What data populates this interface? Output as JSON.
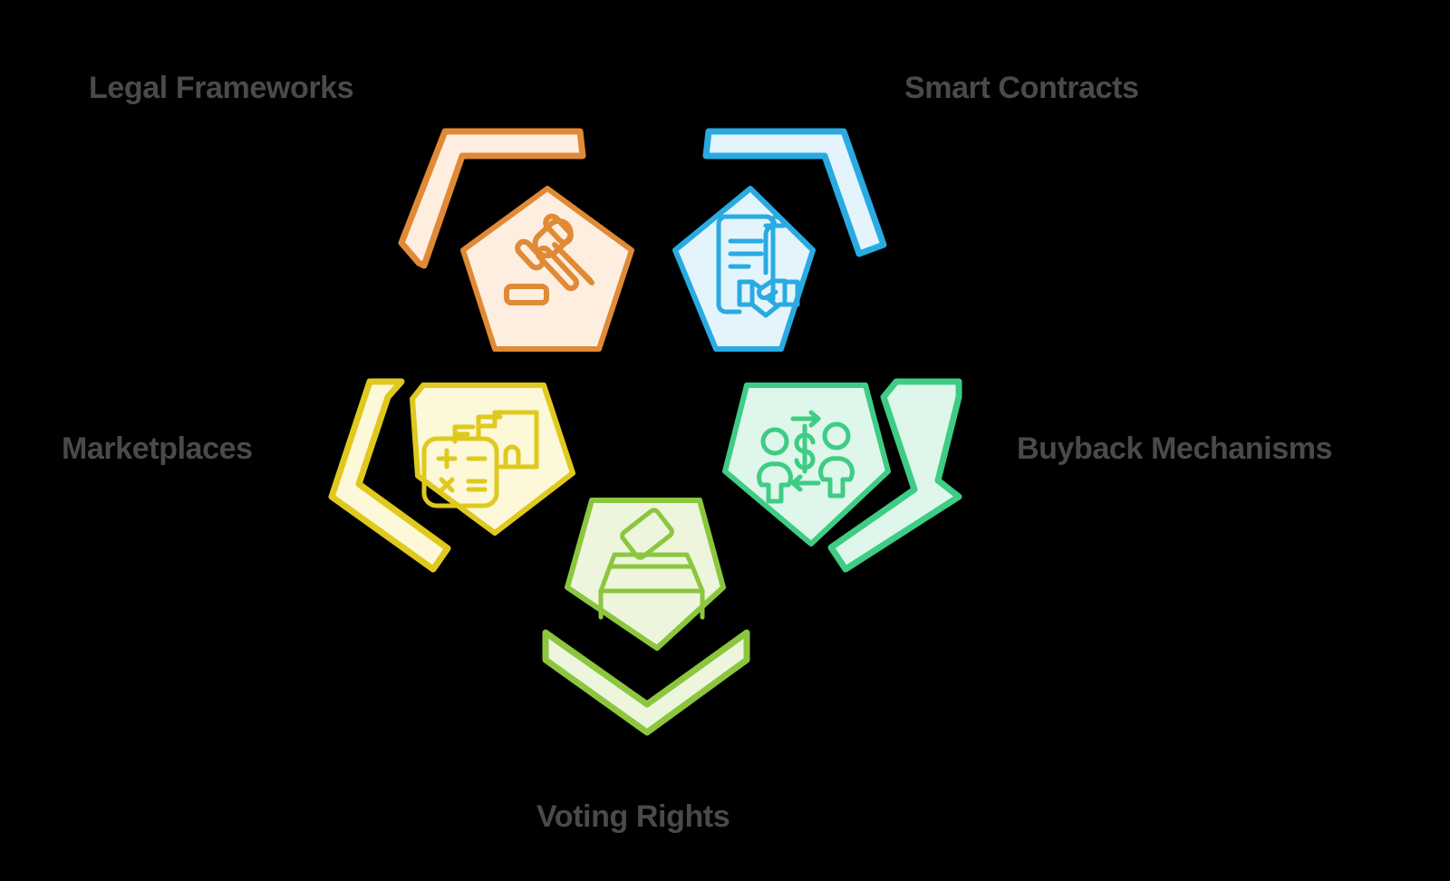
{
  "diagram": {
    "type": "radial-pentagon-cluster",
    "background_color": "#000000",
    "label_color": "#4a4a4a",
    "node_count": 5,
    "nodes": [
      {
        "id": "legal-frameworks",
        "label": "Legal Frameworks",
        "icon": "gavel-icon",
        "stroke_color": "#E08A36",
        "fill_color": "#FDEEE0",
        "position": "top-left"
      },
      {
        "id": "smart-contracts",
        "label": "Smart Contracts",
        "icon": "contract-handshake-icon",
        "stroke_color": "#29ABE2",
        "fill_color": "#E4F4FD",
        "position": "top-right"
      },
      {
        "id": "marketplaces",
        "label": "Marketplaces",
        "icon": "calculator-storefront-icon",
        "stroke_color": "#E0C91E",
        "fill_color": "#FCF8D8",
        "position": "left"
      },
      {
        "id": "buyback-mechanisms",
        "label": "Buyback Mechanisms",
        "icon": "people-money-exchange-icon",
        "stroke_color": "#3FCC85",
        "fill_color": "#DEF7EA",
        "position": "right"
      },
      {
        "id": "voting-rights",
        "label": "Voting Rights",
        "icon": "ballot-box-icon",
        "stroke_color": "#8CC63F",
        "fill_color": "#EDF6DC",
        "position": "bottom"
      }
    ]
  }
}
